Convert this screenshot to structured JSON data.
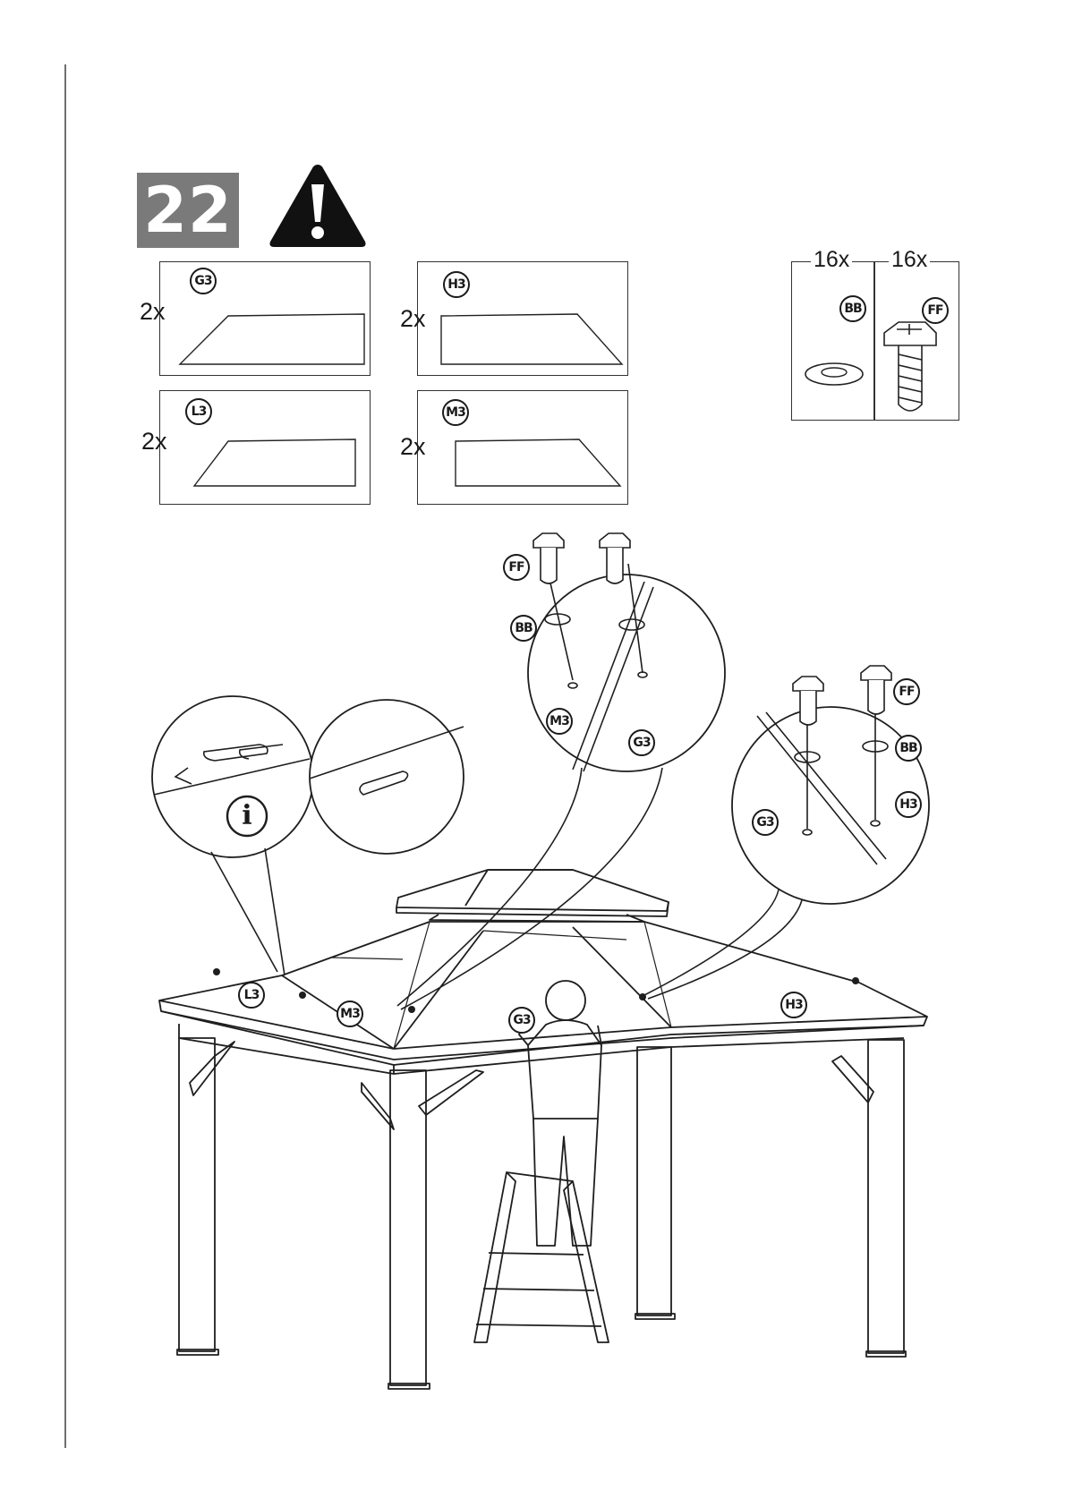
{
  "step": {
    "number": "22"
  },
  "panels": [
    {
      "id": "G3",
      "qty": "2x"
    },
    {
      "id": "H3",
      "qty": "2x"
    },
    {
      "id": "L3",
      "qty": "2x"
    },
    {
      "id": "M3",
      "qty": "2x"
    }
  ],
  "hardware": [
    {
      "id": "BB",
      "qty": "16x"
    },
    {
      "id": "FF",
      "qty": "16x"
    }
  ],
  "callouts": {
    "top_center": {
      "screw": "FF",
      "washer": "BB",
      "panel_left": "M3",
      "panel_right": "G3"
    },
    "right": {
      "screw": "FF",
      "washer": "BB",
      "panel_left": "G3",
      "panel_right": "H3"
    },
    "info_icon": "i"
  },
  "roof_labels": [
    "L3",
    "M3",
    "G3",
    "H3"
  ]
}
